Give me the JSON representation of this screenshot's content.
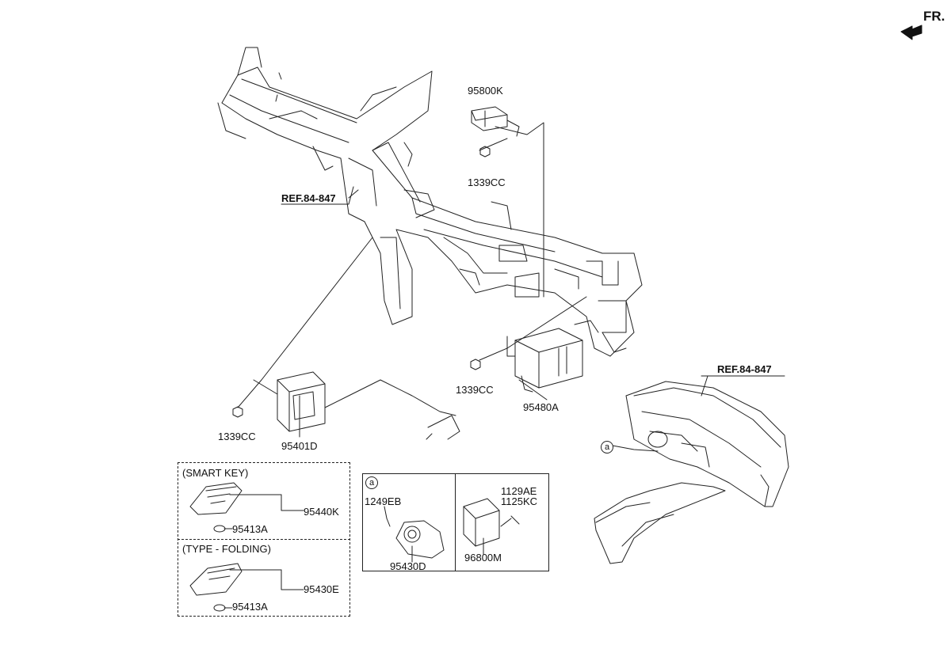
{
  "orientation": {
    "label": "FR.",
    "icon": "front-arrow-icon"
  },
  "refs": {
    "ref_top": "REF.84-847",
    "ref_right": "REF.84-847"
  },
  "parts": {
    "p95800K": "95800K",
    "p1339CC_a": "1339CC",
    "p1339CC_b": "1339CC",
    "p1339CC_c": "1339CC",
    "p95480A": "95480A",
    "p95401D": "95401D",
    "p95440K": "95440K",
    "p95413A_a": "95413A",
    "p95430E": "95430E",
    "p95413A_b": "95413A",
    "p1249EB": "1249EB",
    "p95430D": "95430D",
    "p1129AE": "1129AE",
    "p1125KC": "1125KC",
    "p96800M": "96800M"
  },
  "groups": {
    "smart_key": "(SMART KEY)",
    "type_folding": "(TYPE - FOLDING)"
  },
  "callouts": {
    "detail_a": "a",
    "dash_a": "a"
  },
  "colors": {
    "line": "#222222",
    "background": "#ffffff"
  }
}
